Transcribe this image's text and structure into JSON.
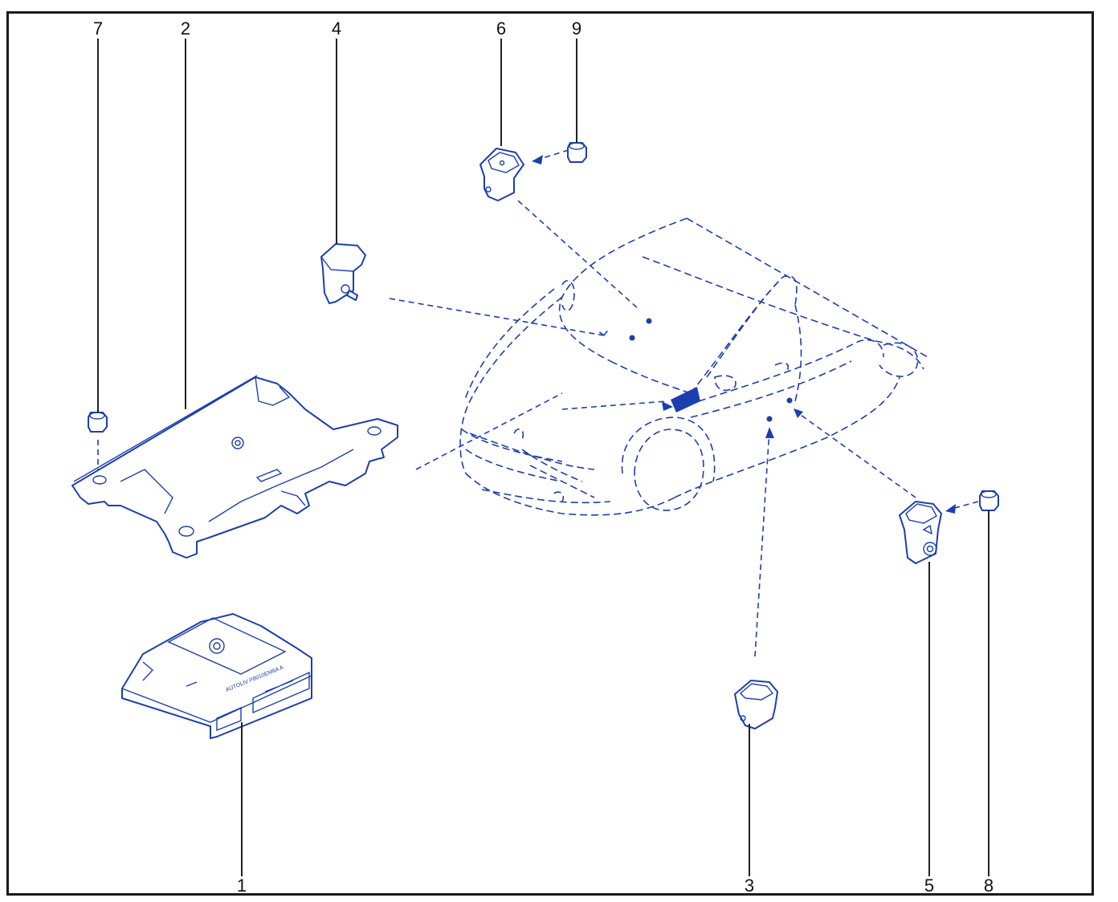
{
  "diagram": {
    "accent_color": "#1c3fae",
    "callouts": [
      {
        "id": "7",
        "label": "7",
        "part": "nut"
      },
      {
        "id": "2",
        "label": "2",
        "part": "bracket"
      },
      {
        "id": "4",
        "label": "4",
        "part": "impact-sensor"
      },
      {
        "id": "6",
        "label": "6",
        "part": "impact-sensor"
      },
      {
        "id": "9",
        "label": "9",
        "part": "nut"
      },
      {
        "id": "1",
        "label": "1",
        "part": "airbag-control-unit"
      },
      {
        "id": "3",
        "label": "3",
        "part": "impact-sensor"
      },
      {
        "id": "5",
        "label": "5",
        "part": "impact-sensor"
      },
      {
        "id": "8",
        "label": "8",
        "part": "nut"
      }
    ],
    "ecu_label": "AUTOLIV  P8010EM6A  A"
  }
}
